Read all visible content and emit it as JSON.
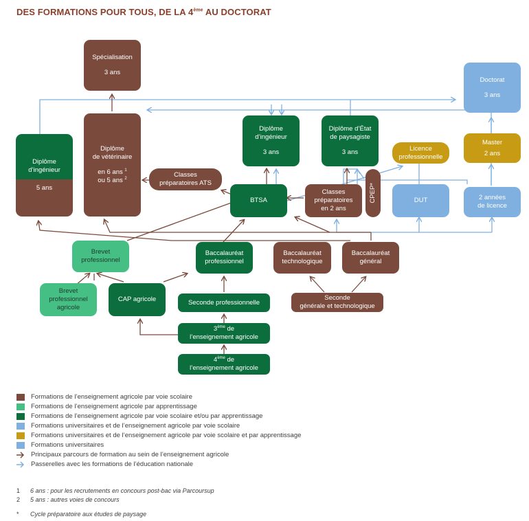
{
  "title": {
    "pre": "DES FORMATIONS POUR TOUS, DE LA 4",
    "sup": "ème",
    "post": " AU DOCTORAT"
  },
  "colors": {
    "brown": "#7a4a3c",
    "light_green": "#46bf84",
    "dark_green": "#0c6e3d",
    "blue": "#7fb0e0",
    "gold": "#c89b14",
    "brown_arrow": "#7a4a3c",
    "blue_arrow": "#7fb0e0"
  },
  "nodes": {
    "specialisation": {
      "l1": "Spécialisation",
      "l2": "3 ans"
    },
    "doctorat": {
      "l1": "Doctorat",
      "l2": "3 ans"
    },
    "diplome_ingenieur_left": {
      "l1": "Diplôme\nd’ingénieur",
      "l2": "5 ans"
    },
    "diplome_veterinaire": {
      "l1": "Diplôme\nde vétérinaire",
      "l2a": "en 6 ans ",
      "sup1": "1",
      "l2b": "ou 5 ans ",
      "sup2": "2"
    },
    "diplome_ingenieur": {
      "l1": "Diplôme\nd’ingénieur",
      "l2": "3 ans"
    },
    "diplome_paysagiste": {
      "l1": "Diplôme d’État\nde paysagiste",
      "l2": "3 ans"
    },
    "licence_pro": {
      "l1": "Licence\nprofessionnelle"
    },
    "master": {
      "l1": "Master",
      "l2": "2 ans"
    },
    "classes_ats": {
      "l1": "Classes\npréparatoires ATS"
    },
    "btsa": {
      "l1": "BTSA"
    },
    "classes_prepa": {
      "l1": "Classes\npréparatoires\nen 2 ans"
    },
    "cpep": {
      "l1": "CPEP*"
    },
    "dut": {
      "l1": "DUT"
    },
    "licence_2ans": {
      "l1": "2 années\nde licence"
    },
    "brevet_pro": {
      "l1": "Brevet\nprofessionnel"
    },
    "bac_pro": {
      "l1": "Baccalauréat\nprofessionnel"
    },
    "bac_techno": {
      "l1": "Baccalauréat\ntechnologique"
    },
    "bac_general": {
      "l1": "Baccalauréat\ngénéral"
    },
    "brevet_pro_agricole": {
      "l1": "Brevet\nprofessionnel\nagricole"
    },
    "cap_agricole": {
      "l1": "CAP agricole"
    },
    "seconde_pro": {
      "l1": "Seconde professionnelle"
    },
    "seconde_gt": {
      "l1": "Seconde\ngénérale et technologique"
    },
    "troisieme": {
      "pre": "3",
      "sup": "ème",
      "post": " de",
      "l2": "l’enseignement agricole"
    },
    "quatrieme": {
      "pre": "4",
      "sup": "ème",
      "post": " de",
      "l2": "l’enseignement agricole"
    }
  },
  "legend": [
    {
      "label": "Formations de l’enseignement agricole par voie scolaire",
      "swatch": "#7a4a3c"
    },
    {
      "label": "Formations de l’enseignement agricole par apprentissage",
      "swatch": "#46bf84"
    },
    {
      "label": "Formations  de l’enseignement agricole par voie scolaire et/ou par apprentissage",
      "swatch": "#0c6e3d"
    },
    {
      "label": "Formations universitaires et de l’enseignement agricole par voie scolaire",
      "swatch": "#7fb0e0"
    },
    {
      "label": "Formations universitaires et de l’enseignement agricole par voie scolaire et par apprentissage",
      "swatch": "#c89b14"
    },
    {
      "label": "Formations universitaires",
      "swatch": "#7fb0e0"
    },
    {
      "label": "Principaux parcours de formation au sein de l’enseignement agricole",
      "arrow": "#7a4a3c"
    },
    {
      "label": "Passerelles avec les formations de l’éducation nationale",
      "arrow": "#7fb0e0"
    }
  ],
  "notes": [
    {
      "mark": "1",
      "text": "6 ans : pour les recrutements en concours post-bac via Parcoursup"
    },
    {
      "mark": "2",
      "text": "5 ans : autres voies de concours"
    },
    {
      "mark": "*",
      "text": "Cycle préparatoire aux études de paysage"
    }
  ]
}
